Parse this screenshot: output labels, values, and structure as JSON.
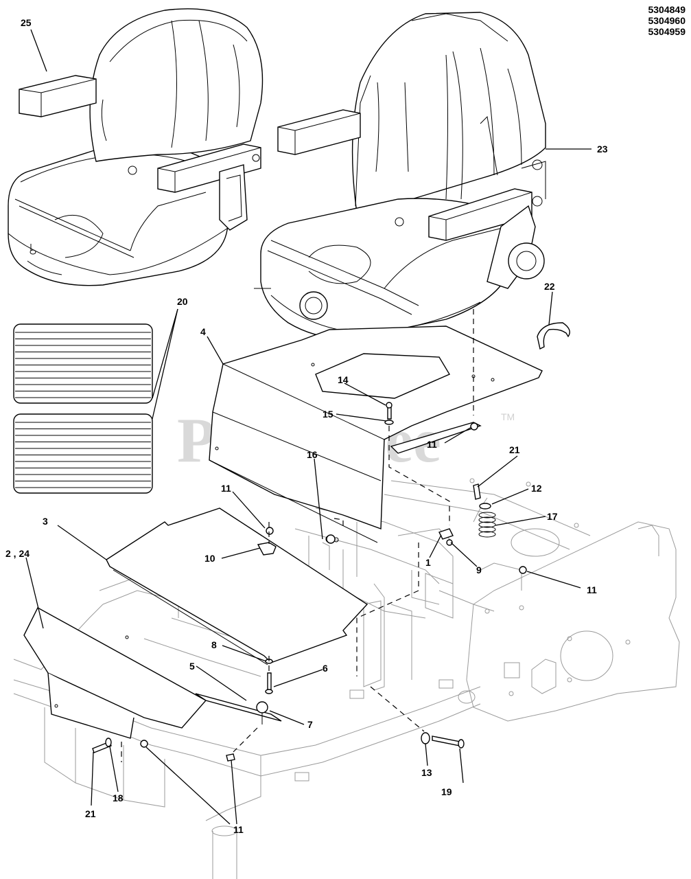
{
  "part_numbers": [
    "5304849",
    "5304960",
    "5304959"
  ],
  "watermark": {
    "text": "PartsTree",
    "trademark": "TM"
  },
  "callouts": [
    "1",
    "2 , 24",
    "3",
    "4",
    "5",
    "6",
    "7",
    "8",
    "9",
    "10",
    "11",
    "12",
    "13",
    "14",
    "15",
    "16",
    "17",
    "18",
    "19",
    "20",
    "21",
    "22",
    "23",
    "25"
  ]
}
